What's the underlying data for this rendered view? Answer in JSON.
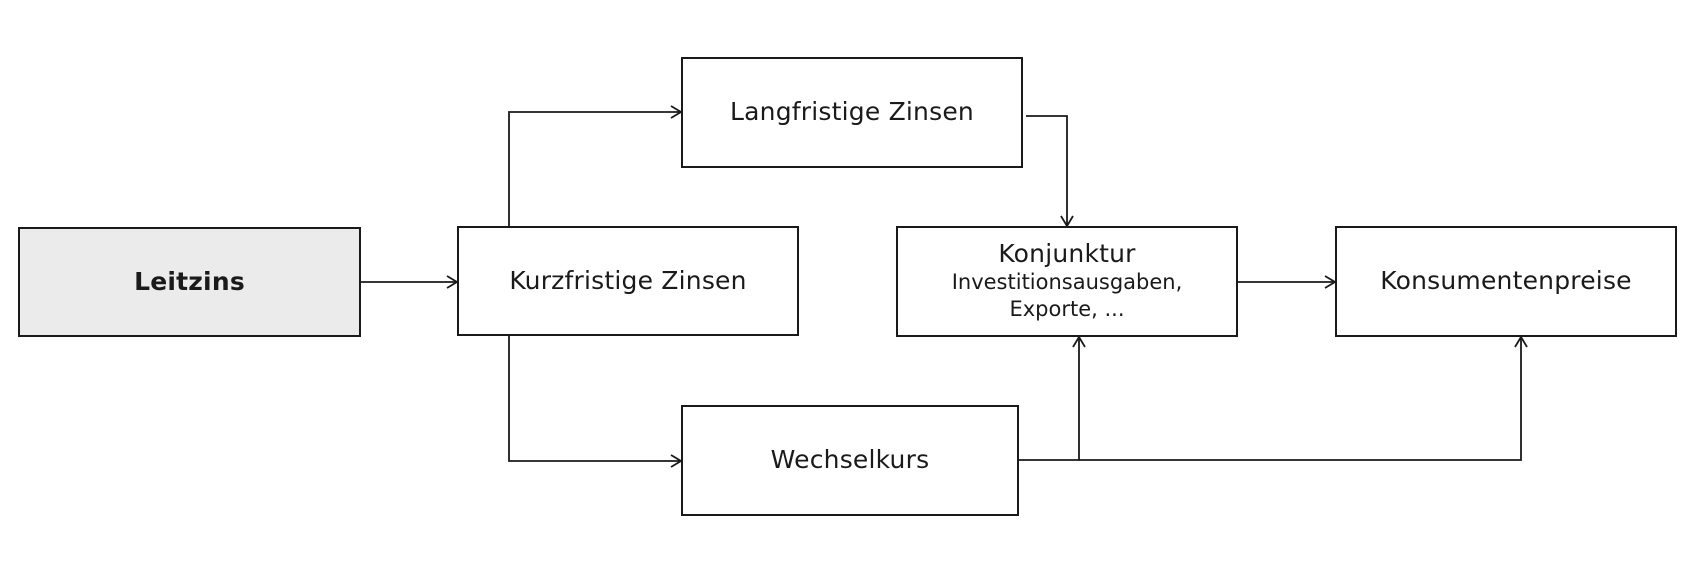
{
  "diagram": {
    "nodes": {
      "leitzins": {
        "label": "Leitzins"
      },
      "kurzfristig": {
        "label": "Kurzfristige Zinsen"
      },
      "langfristig": {
        "label": "Langfristige Zinsen"
      },
      "konjunktur": {
        "label": "Konjunktur",
        "sub1": "Investitionsausgaben,",
        "sub2": "Exporte, ..."
      },
      "konsumentenpreise": {
        "label": "Konsumentenpreise"
      },
      "wechselkurs": {
        "label": "Wechselkurs"
      }
    },
    "edges": [
      {
        "from": "leitzins",
        "to": "kurzfristig"
      },
      {
        "from": "kurzfristig",
        "to": "langfristig"
      },
      {
        "from": "kurzfristig",
        "to": "wechselkurs"
      },
      {
        "from": "langfristig",
        "to": "konjunktur"
      },
      {
        "from": "konjunktur",
        "to": "konsumentenpreise"
      },
      {
        "from": "wechselkurs",
        "to": "konjunktur"
      },
      {
        "from": "wechselkurs",
        "to": "konsumentenpreise"
      }
    ],
    "colors": {
      "stroke": "#1a1a1a",
      "highlight_fill": "#ebebeb",
      "background": "#ffffff"
    }
  }
}
